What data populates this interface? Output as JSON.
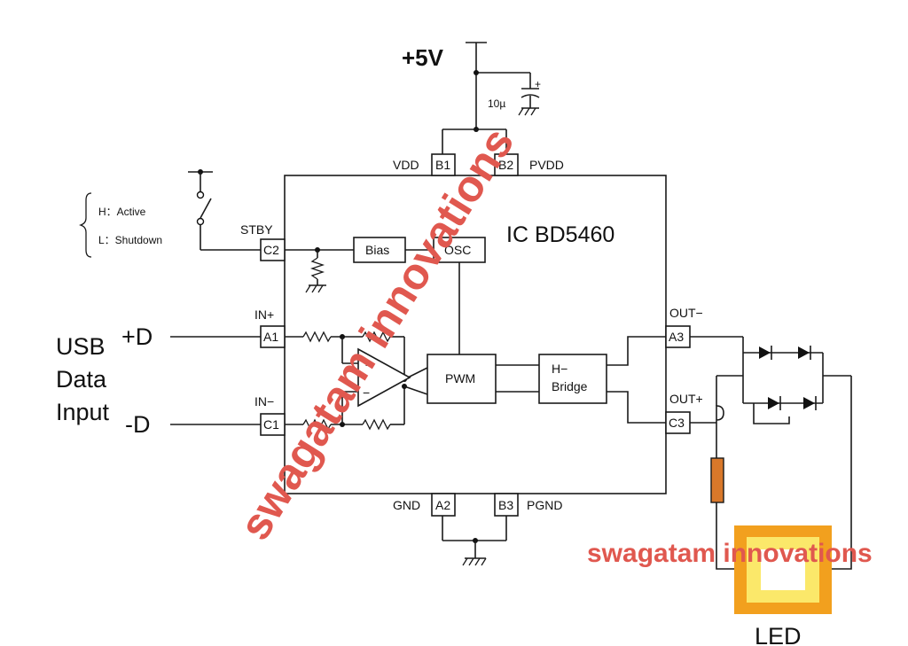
{
  "supply": {
    "label": "+5V",
    "cap_value": "10µ",
    "cap_polarity": "+"
  },
  "chip": {
    "name": "IC BD5460"
  },
  "pins": {
    "b1": "B1",
    "b1_label": "VDD",
    "b2": "B2",
    "b2_label": "PVDD",
    "c2": "C2",
    "c2_label": "STBY",
    "a1": "A1",
    "a1_label": "IN+",
    "c1": "C1",
    "c1_label": "IN−",
    "a3": "A3",
    "a3_label": "OUT−",
    "c3": "C3",
    "c3_label": "OUT+",
    "a2": "A2",
    "a2_label": "GND",
    "b3": "B3",
    "b3_label": "PGND"
  },
  "blocks": {
    "bias": "Bias",
    "osc": "OSC",
    "pwm": "PWM",
    "hbridge_line1": "H−",
    "hbridge_line2": "Bridge",
    "opamp_plus": "+",
    "opamp_minus": "−"
  },
  "standby_modes": {
    "active": "H：Active",
    "shutdown": "L：Shutdown"
  },
  "usb_input": {
    "line1": "USB",
    "line2": "Data",
    "line3": "Input",
    "plus": "+D",
    "minus": "-D"
  },
  "led": {
    "label": "LED"
  },
  "watermarks": {
    "diagonal": "swagatam innovations",
    "bottom": "swagatam innovations"
  },
  "colors": {
    "watermark": "#e0584f",
    "resistor": "#d9782a",
    "led_outer": "#f2a01e",
    "led_mid": "#fbe86a",
    "led_inner": "#ffffff"
  }
}
